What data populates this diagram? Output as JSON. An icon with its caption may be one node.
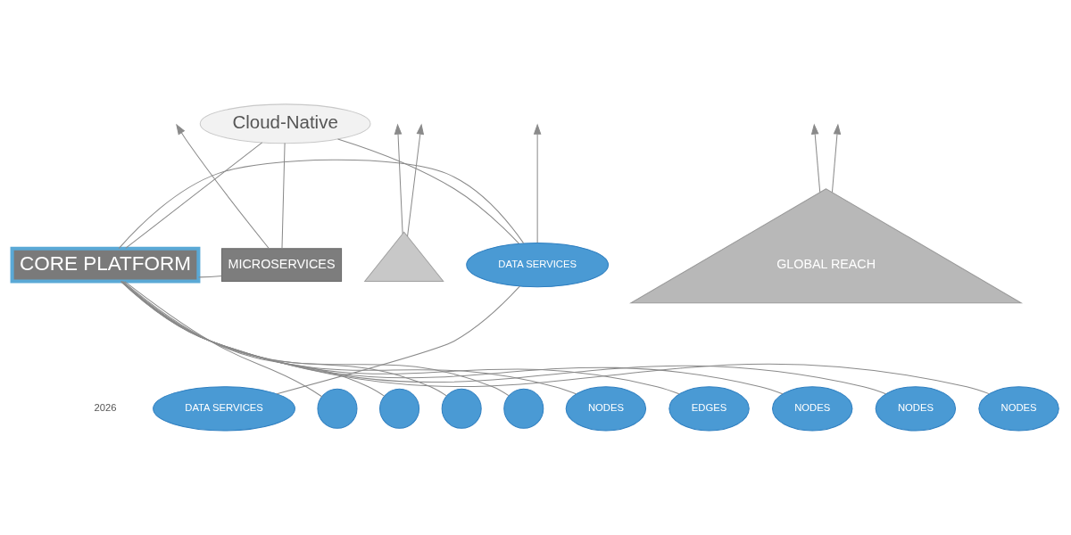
{
  "diagram": {
    "nodes": [
      {
        "text": [
          "Cloud-Native"
        ]
      },
      {
        "text": [
          "CORE PLATFORM"
        ]
      },
      {
        "text": [
          "MICROSERVICES"
        ]
      },
      {
        "text": [
          "GLOBAL REACH"
        ]
      },
      {
        "text": [],
        "shape": "triangle"
      },
      {
        "text": [
          "DATA SERVICES"
        ]
      },
      {
        "text": [
          "DATA SERVICES"
        ]
      },
      {
        "text": [],
        "shape": "circle"
      },
      {
        "text": [],
        "shape": "circle"
      },
      {
        "text": [],
        "shape": "circle"
      },
      {
        "text": [],
        "shape": "circle"
      },
      {
        "text": [
          "NODES"
        ]
      },
      {
        "text": [
          "EDGES"
        ]
      },
      {
        "text": [
          "NODES"
        ]
      },
      {
        "text": [
          "NODES"
        ]
      },
      {
        "text": [
          "NODES"
        ]
      }
    ],
    "edges": [
      {
        "from": 0,
        "to": 1,
        "arrow": "none"
      },
      {
        "from": 0,
        "to": 5,
        "arrow": "none"
      },
      {
        "from": 0,
        "to": 2,
        "arrow": "none"
      },
      {
        "from": 1,
        "to": 5,
        "arrow": "none"
      },
      {
        "from": 5,
        "to": 6,
        "arrow": "none"
      },
      {
        "from": 1,
        "to": 2,
        "arrow": "none"
      },
      {
        "from": 1,
        "to": 7,
        "arrow": "none"
      },
      {
        "from": 1,
        "to": 8,
        "arrow": "none"
      },
      {
        "from": 1,
        "to": 9,
        "arrow": "none"
      },
      {
        "from": 1,
        "to": 10,
        "arrow": "none"
      },
      {
        "from": 1,
        "to": 11,
        "arrow": "none"
      },
      {
        "from": 1,
        "to": 12,
        "arrow": "none"
      },
      {
        "from": 1,
        "to": 13,
        "arrow": "none"
      },
      {
        "from": 1,
        "to": 14,
        "arrow": "none"
      },
      {
        "from": 1,
        "to": 15,
        "arrow": "none"
      },
      {
        "from": 4,
        "to": null,
        "arrow": "to"
      },
      {
        "from": 4,
        "to": null,
        "arrow": "to"
      },
      {
        "from": 5,
        "to": null,
        "arrow": "to"
      },
      {
        "from": 2,
        "to": null,
        "arrow": "to"
      },
      {
        "from": 3,
        "to": null,
        "arrow": "to"
      },
      {
        "from": 3,
        "to": null,
        "arrow": "to"
      }
    ],
    "labels": [
      "2026"
    ]
  }
}
